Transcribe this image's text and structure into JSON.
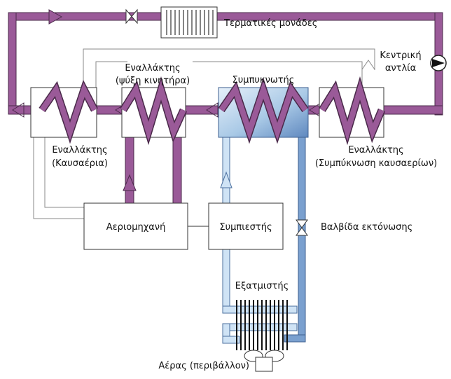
{
  "labels": {
    "thermal_units": "Τερματικές μονάδες",
    "central_pump_line1": "Κεντρική",
    "central_pump_line2": "αντλία",
    "hx_cooling_line1": "Εναλλάκτης",
    "hx_cooling_line2": "(ψύξη κινητήρα)",
    "condenser": "Συμπυκνωτής",
    "hx_exhaust_line1": "Εναλλάκτης",
    "hx_exhaust_line2": "(Καυσαέρια)",
    "hx_condensation_line1": "Εναλλάκτης",
    "hx_condensation_line2": "(Συμπύκνωση καυσαερίων)",
    "gas_engine": "Αεριομηχανή",
    "compressor": "Συμπιεστής",
    "expansion_valve": "Βαλβίδα εκτόνωσης",
    "evaporator": "Εξατμιστής",
    "ambient_air": "Αέρας (περιβάλλον)"
  },
  "colors": {
    "water_circuit": "#9a5a98",
    "water_circuit_edge": "#4a2a4a",
    "refrigerant_light": "#cfe3f5",
    "refrigerant_dark": "#6b93c7",
    "condenser_fill": "#a9c9e6",
    "outline": "#333333",
    "exhaust_gas_line": "#777777"
  },
  "icons": {
    "pump": "pump-icon",
    "valve": "valve-icon",
    "fan": "fan-icon"
  }
}
